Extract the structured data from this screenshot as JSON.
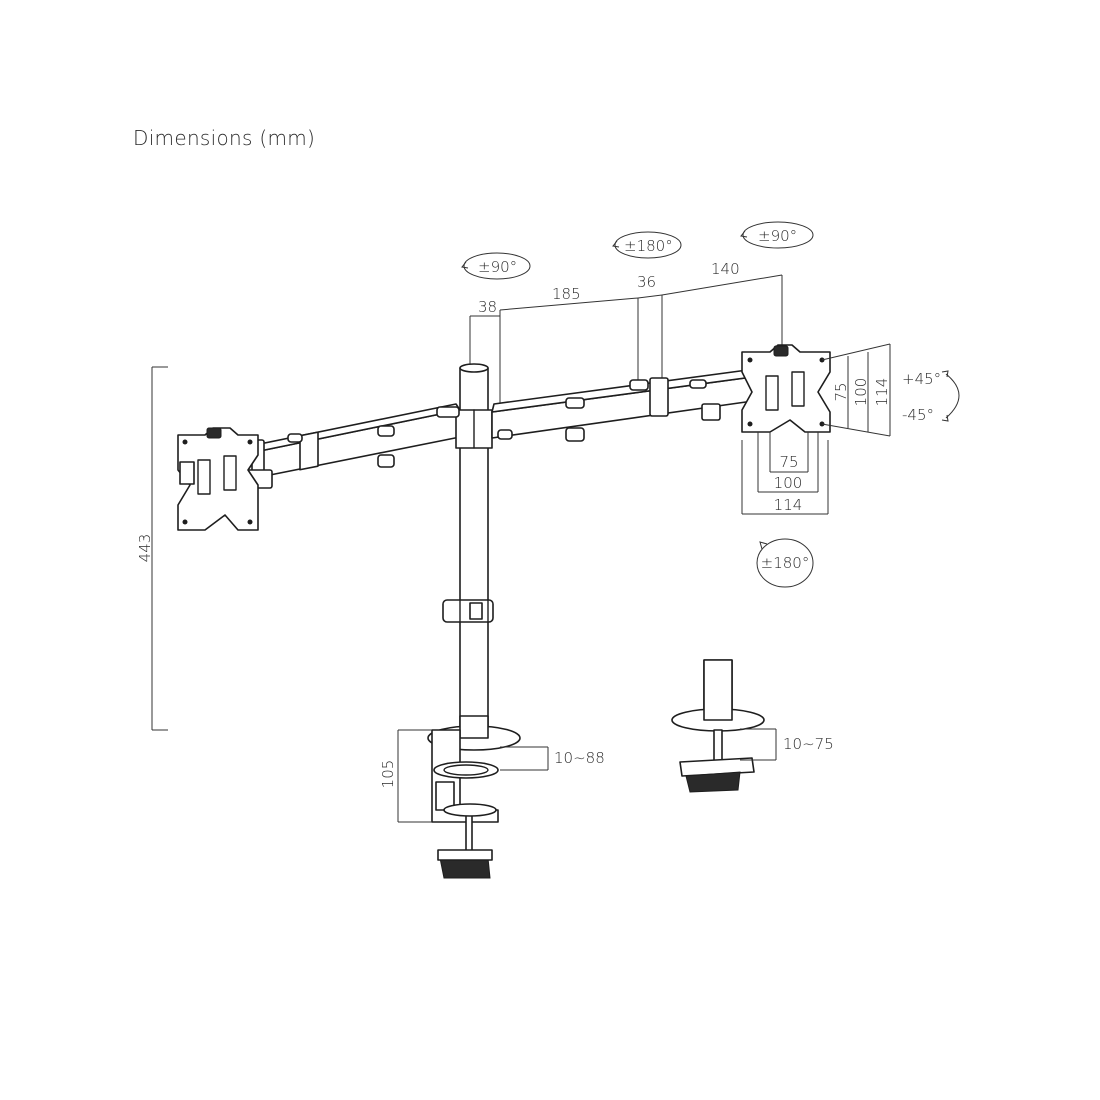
{
  "title": "Dimensions (mm)",
  "dimensions": {
    "height_total": "443",
    "arm_38": "38",
    "arm_185": "185",
    "arm_36": "36",
    "arm_140": "140",
    "vesa_h_75": "75",
    "vesa_h_100": "100",
    "vesa_h_114": "114",
    "vesa_v_75": "75",
    "vesa_v_100": "100",
    "vesa_v_114": "114",
    "clamp_height": "105",
    "clamp_range": "10~88",
    "grommet_range": "10~75"
  },
  "rotations": {
    "swivel_pole": "±90°",
    "swivel_arm": "±180°",
    "swivel_head": "±90°",
    "tilt_up": "+45°",
    "tilt_down": "-45°",
    "rotate_plate": "±180°"
  }
}
